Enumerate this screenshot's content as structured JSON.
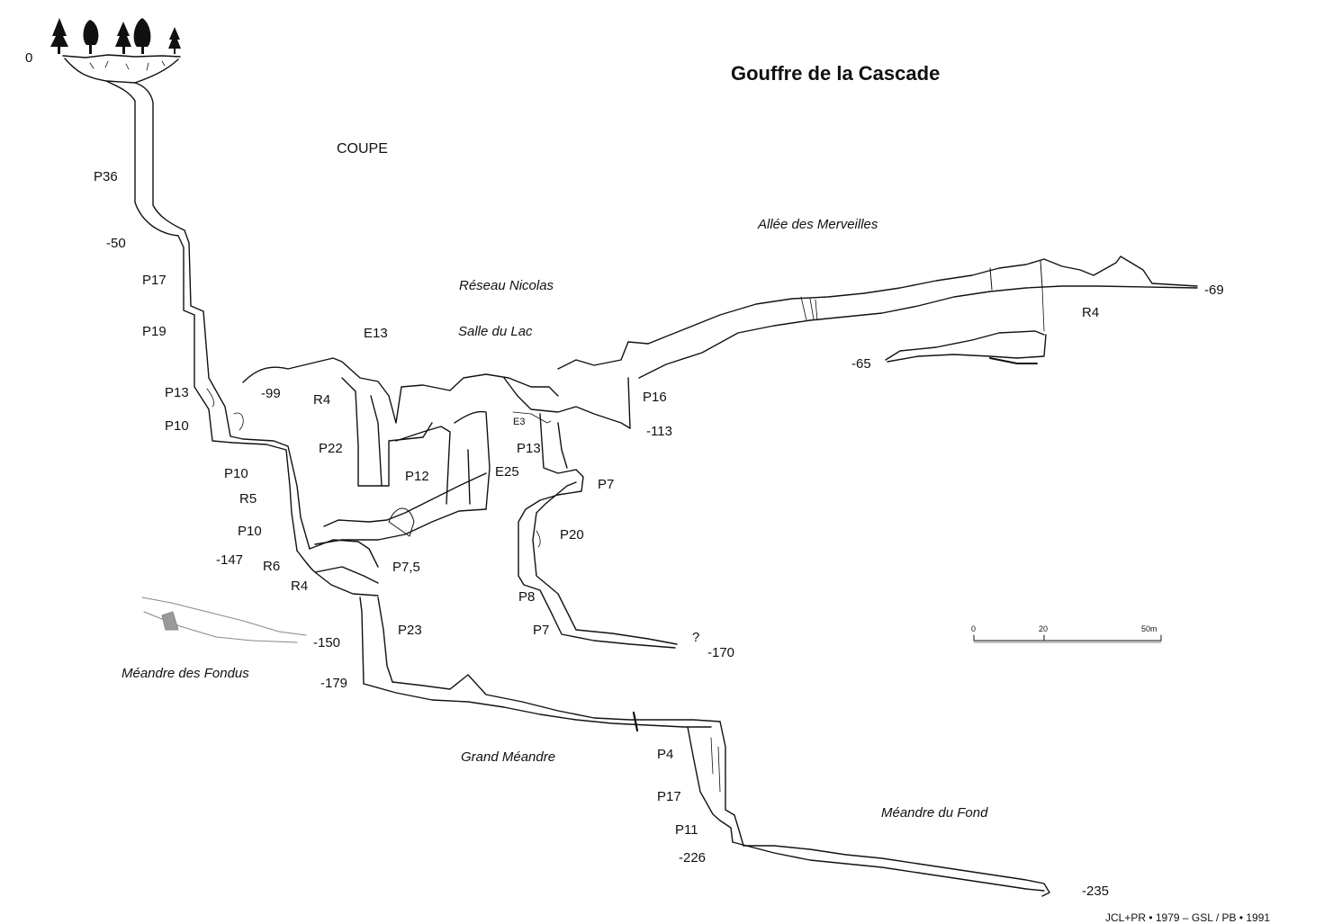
{
  "title": "Gouffre de la Cascade",
  "view_label": "COUPE",
  "credit": "JCL+PR • 1979 – GSL / PB • 1991",
  "scale": {
    "ticks": [
      "0",
      "20",
      "50m"
    ]
  },
  "depths": {
    "d0": "0",
    "d50": "-50",
    "d99": "-99",
    "d113": "-113",
    "d147": "-147",
    "d150": "-150",
    "d170": "-170",
    "d179": "-179",
    "d226": "-226",
    "d235": "-235",
    "d65": "-65",
    "d69": "-69"
  },
  "pitches": {
    "p36": "P36",
    "p17a": "P17",
    "p19": "P19",
    "p13a": "P13",
    "p10a": "P10",
    "p10b": "P10",
    "r5": "R5",
    "p10c": "P10",
    "r6": "R6",
    "r4a": "R4",
    "e13": "E13",
    "r4b": "R4",
    "p22": "P22",
    "p12": "P12",
    "e25": "E25",
    "e3": "E3",
    "p13b": "P13",
    "p75": "P7,5",
    "p23": "P23",
    "p7a": "P7",
    "p20": "P20",
    "p8": "P8",
    "p7b": "P7",
    "p16": "P16",
    "r4c": "R4",
    "p4": "P4",
    "p17b": "P17",
    "p11": "P11",
    "q": "?"
  },
  "areas": {
    "reseau_nicolas": "Réseau Nicolas",
    "salle_du_lac": "Salle du Lac",
    "allee_merveilles": "Allée des Merveilles",
    "meandre_fondus": "Méandre des Fondus",
    "grand_meandre": "Grand Méandre",
    "meandre_fond": "Méandre du Fond"
  }
}
